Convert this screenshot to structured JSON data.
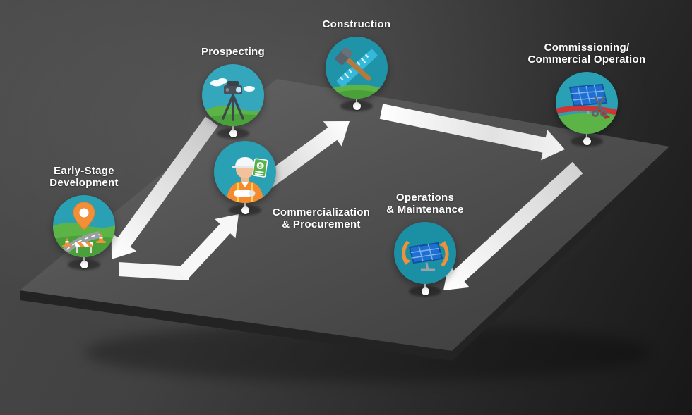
{
  "diagram": {
    "type": "process-flow",
    "stages": [
      {
        "id": "prospecting",
        "label": "Prospecting",
        "icon": "survey-tripod-icon"
      },
      {
        "id": "early-stage-development",
        "label": "Early-Stage\nDevelopment",
        "icon": "site-pin-roadwork-icon"
      },
      {
        "id": "commercialization-procurement",
        "label": "Commercialization\n& Procurement",
        "icon": "worker-contract-icon"
      },
      {
        "id": "construction",
        "label": "Construction",
        "icon": "hammer-ruler-icon"
      },
      {
        "id": "commissioning-commercial-operation",
        "label": "Commissioning/\nCommercial Operation",
        "icon": "ribbon-cutting-icon"
      },
      {
        "id": "operations-maintenance",
        "label": "Operations\n& Maintenance",
        "icon": "solar-cycle-icon"
      }
    ],
    "flow": [
      "Prospecting → Early-Stage Development",
      "Early-Stage Development → Commercialization & Procurement",
      "Commercialization & Procurement → Construction",
      "Construction → Commissioning/Commercial Operation",
      "Commissioning/Commercial Operation → Operations & Maintenance"
    ],
    "colors": {
      "background": "#3a3a3a",
      "platform_top": "#565656",
      "platform_side": "#232323",
      "arrow": "#ffffff",
      "icon_teal": "#2aa0b4",
      "icon_green": "#5cb446",
      "accent_orange": "#f2903a",
      "ribbon_red": "#cf3535",
      "panel_blue": "#1e6fd0",
      "label_text": "#ffffff"
    }
  }
}
